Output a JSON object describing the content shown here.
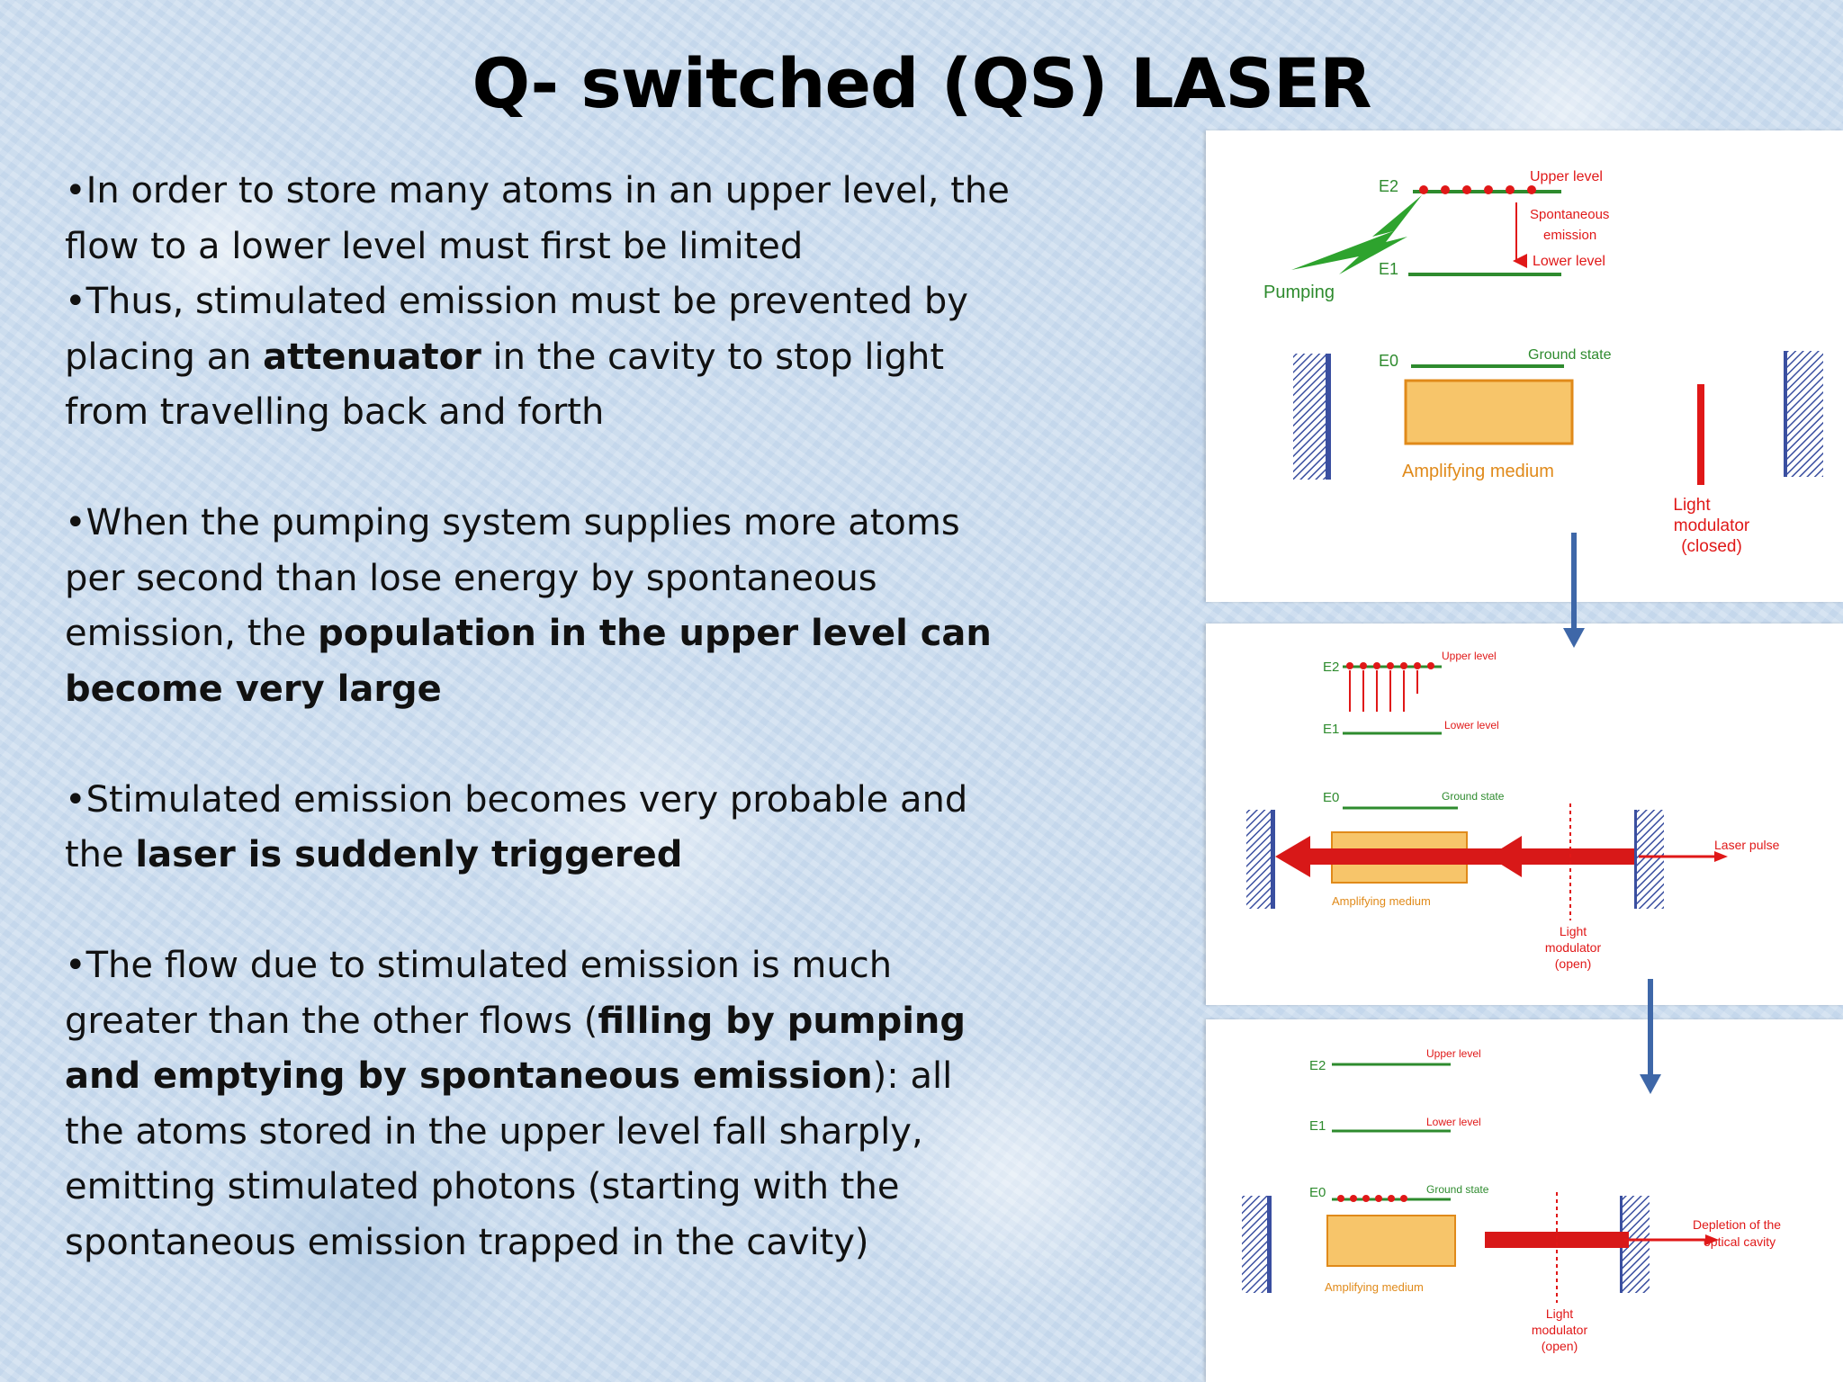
{
  "title": "Q- switched (QS) LASER",
  "bullets": [
    {
      "p1": "•In order to store many atoms in an upper level, the flow to a lower level must first be limited"
    },
    {
      "p1": "•Thus, stimulated emission must be prevented by placing an ",
      "b1": "attenuator",
      "p2": " in the cavity to stop light from travelling back and forth"
    },
    {
      "p1": "•When the pumping system supplies more atoms per second than lose energy by spontaneous emission, the ",
      "b1": "population in the upper level can become very large"
    },
    {
      "p1": "•Stimulated emission becomes very probable and the ",
      "b1": "laser is suddenly triggered"
    },
    {
      "p1": "•The flow due to stimulated emission is much greater than the other flows (",
      "b1": "filling by pumping and emptying by spontaneous emission",
      "p2": "): all the atoms stored in the upper level fall sharply, emitting stimulated photons (starting with the spontaneous emission trapped in the cavity)"
    }
  ],
  "diagrams": {
    "d1": {
      "pumping": "Pumping",
      "upper_level": "Upper level",
      "spontaneous_1": "Spontaneous",
      "spontaneous_2": "emission",
      "lower_level": "Lower level",
      "ground_state": "Ground state",
      "amplifying_medium": "Amplifying medium",
      "modulator_1": "Light",
      "modulator_2": "modulator",
      "modulator_3": "(closed)",
      "e2": "E2",
      "e1": "E1",
      "e0": "E0"
    },
    "d2": {
      "upper_level": "Upper level",
      "lower_level": "Lower level",
      "ground_state": "Ground state",
      "amplifying_medium": "Amplifying medium",
      "laser_pulse": "Laser pulse",
      "modulator_1": "Light",
      "modulator_2": "modulator",
      "modulator_3": "(open)",
      "e2": "E2",
      "e1": "E1",
      "e0": "E0"
    },
    "d3": {
      "upper_level": "Upper level",
      "lower_level": "Lower level",
      "ground_state": "Ground state",
      "amplifying_medium": "Amplifying medium",
      "depletion_1": "Depletion of the",
      "depletion_2": "optical cavity",
      "modulator_1": "Light",
      "modulator_2": "modulator",
      "modulator_3": "(open)",
      "e2": "E2",
      "e1": "E1",
      "e0": "E0"
    }
  },
  "colors": {
    "green": "#2e8b2e",
    "red": "#e01818",
    "orange_fill": "#f7c56a",
    "orange_stroke": "#e08a1a",
    "mirror_blue": "#3a4fa0",
    "arrow_blue": "#3e67a8"
  }
}
